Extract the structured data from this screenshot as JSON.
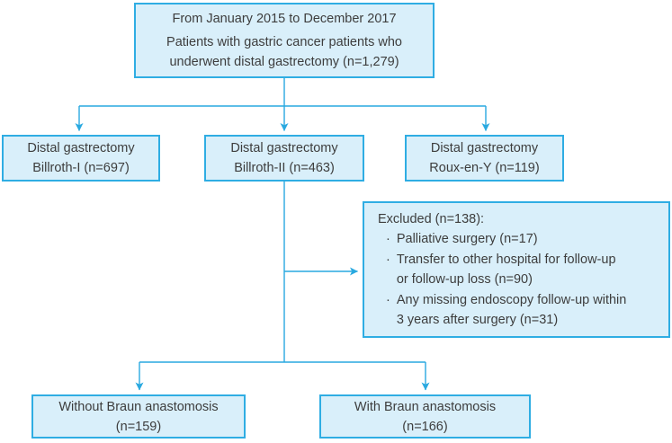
{
  "colors": {
    "box_border": "#2fade3",
    "box_fill": "#d9effa",
    "connector": "#29a9e0",
    "text": "#3d3d3d",
    "background": "#ffffff"
  },
  "flowchart": {
    "top_box": {
      "lines": [
        "From January 2015 to December 2017",
        "Patients with gastric cancer patients who",
        "underwent distal gastrectomy (n=1,279)"
      ]
    },
    "branch_boxes": [
      {
        "line1": "Distal gastrectomy",
        "line2": "Billroth-I (n=697)"
      },
      {
        "line1": "Distal gastrectomy",
        "line2": "Billroth-II (n=463)"
      },
      {
        "line1": "Distal gastrectomy",
        "line2": "Roux-en-Y (n=119)"
      }
    ],
    "excluded_box": {
      "title": "Excluded (n=138):",
      "bullet": "·",
      "items": [
        {
          "lines": [
            "Palliative surgery (n=17)"
          ]
        },
        {
          "lines": [
            "Transfer to other hospital for follow-up",
            "or follow-up loss (n=90)"
          ]
        },
        {
          "lines": [
            "Any missing endoscopy follow-up within",
            "3 years after surgery (n=31)"
          ]
        }
      ]
    },
    "outcome_boxes": [
      {
        "line1": "Without Braun anastomosis",
        "line2": "(n=159)"
      },
      {
        "line1": "With Braun anastomosis",
        "line2": "(n=166)"
      }
    ]
  }
}
